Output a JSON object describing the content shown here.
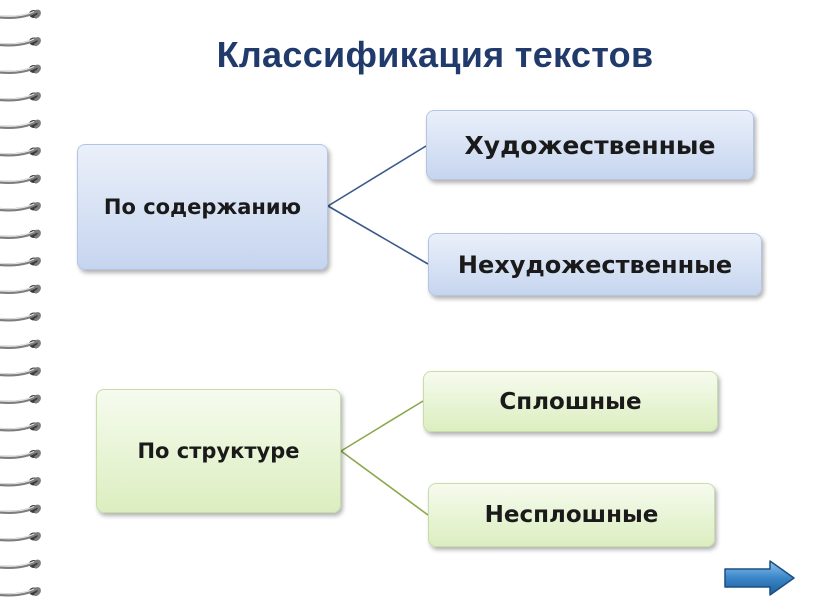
{
  "title": "Классификация текстов",
  "groups": [
    {
      "label": "По содержанию",
      "children": [
        "Художественные",
        "Нехудожественные"
      ]
    },
    {
      "label": "По структуре",
      "children": [
        "Сплошные",
        "Несплошные"
      ]
    }
  ],
  "colors": {
    "title": "#1f3a6b",
    "group1_fill": "#c6d5ef",
    "group1_line": "#3a5a8a",
    "group2_fill": "#dceec0",
    "group2_line": "#8aa84a",
    "nav_arrow": "#3a86c8"
  },
  "nav": {
    "icon": "arrow-right-icon"
  }
}
